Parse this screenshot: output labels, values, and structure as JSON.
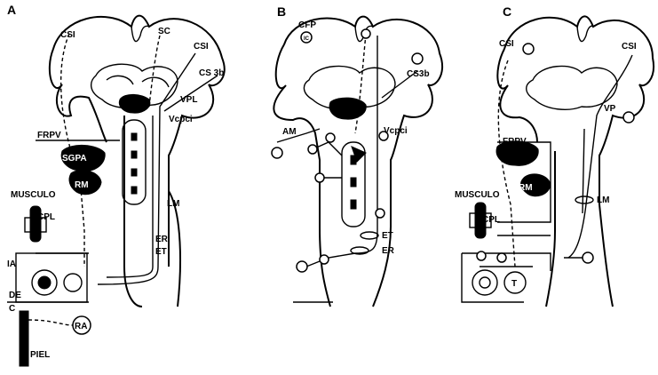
{
  "panels": [
    {
      "letter": "A",
      "labels": {
        "csi_left": "CSI",
        "sc": "SC",
        "csi_right": "CSI",
        "cs3b": "CS 3b",
        "vpl": "VPL",
        "vcpci": "Vcpci",
        "frpv": "FRPV",
        "sgpa": "SGPA",
        "rm": "RM",
        "musculo": "MUSCULO",
        "cpl": "CPL",
        "lm": "LM",
        "er": "ER",
        "et": "ET",
        "ia": "IA",
        "de": "DE",
        "c": "C",
        "ra": "RA",
        "piel": "PIEL"
      }
    },
    {
      "letter": "B",
      "labels": {
        "cfp": "CFP",
        "ic": "IC",
        "cs3b": "CS3b",
        "am": "AM",
        "vcpci": "Vcpci",
        "et": "ET",
        "er": "ER"
      }
    },
    {
      "letter": "C",
      "labels": {
        "csi_left": "CSI",
        "csi_right": "CSI",
        "vp": "VP",
        "frpv": "FRPV",
        "rm": "RM",
        "musculo": "MUSCULO",
        "cpl": "CPL",
        "lm": "LM",
        "t": "T"
      }
    }
  ]
}
